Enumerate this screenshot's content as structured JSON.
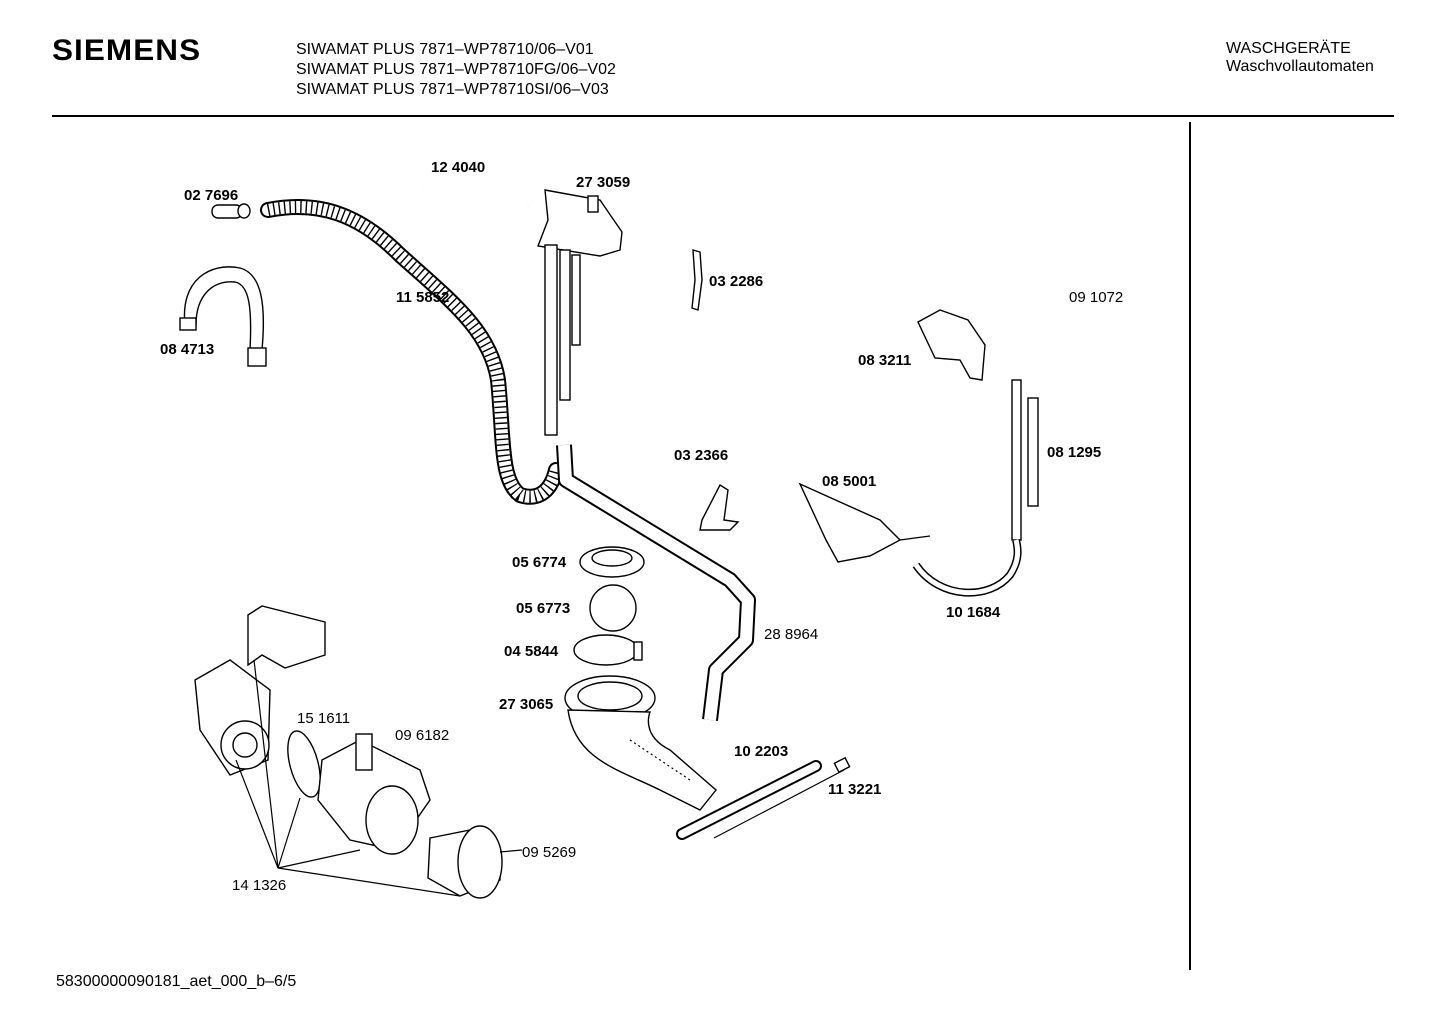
{
  "header": {
    "brand": "SIEMENS",
    "models": [
      "SIWAMAT PLUS 7871–WP78710/06–V01",
      "SIWAMAT PLUS 7871–WP78710FG/06–V02",
      "SIWAMAT PLUS 7871–WP78710SI/06–V03"
    ],
    "category": "WASCHGERÄTE",
    "subcategory": "Waschvollautomaten"
  },
  "parts": [
    {
      "id": "124040",
      "label": "12 4040",
      "bold": true
    },
    {
      "id": "273059",
      "label": "27 3059",
      "bold": true
    },
    {
      "id": "027696",
      "label": "02 7696",
      "bold": true
    },
    {
      "id": "032286",
      "label": "03 2286",
      "bold": true
    },
    {
      "id": "091072",
      "label": "09 1072",
      "bold": false
    },
    {
      "id": "115852",
      "label": "11 5852",
      "bold": true
    },
    {
      "id": "083211",
      "label": "08 3211",
      "bold": true
    },
    {
      "id": "084713",
      "label": "08 4713",
      "bold": true
    },
    {
      "id": "032366",
      "label": "03 2366",
      "bold": true
    },
    {
      "id": "081295",
      "label": "08 1295",
      "bold": true
    },
    {
      "id": "085001",
      "label": "08 5001",
      "bold": true
    },
    {
      "id": "056774",
      "label": "05 6774",
      "bold": true
    },
    {
      "id": "056773",
      "label": "05 6773",
      "bold": true
    },
    {
      "id": "101684",
      "label": "10 1684",
      "bold": true
    },
    {
      "id": "288964",
      "label": "28 8964",
      "bold": false
    },
    {
      "id": "045844",
      "label": "04 5844",
      "bold": true
    },
    {
      "id": "273065",
      "label": "27 3065",
      "bold": true
    },
    {
      "id": "151611",
      "label": "15 1611",
      "bold": false
    },
    {
      "id": "096182",
      "label": "09 6182",
      "bold": false
    },
    {
      "id": "102203",
      "label": "10 2203",
      "bold": true
    },
    {
      "id": "113221",
      "label": "11 3221",
      "bold": true
    },
    {
      "id": "095269",
      "label": "09 5269",
      "bold": false
    },
    {
      "id": "141326",
      "label": "14 1326",
      "bold": false
    }
  ],
  "footer": {
    "doc_id": "58300000090181_aet_000_b–6/5"
  }
}
